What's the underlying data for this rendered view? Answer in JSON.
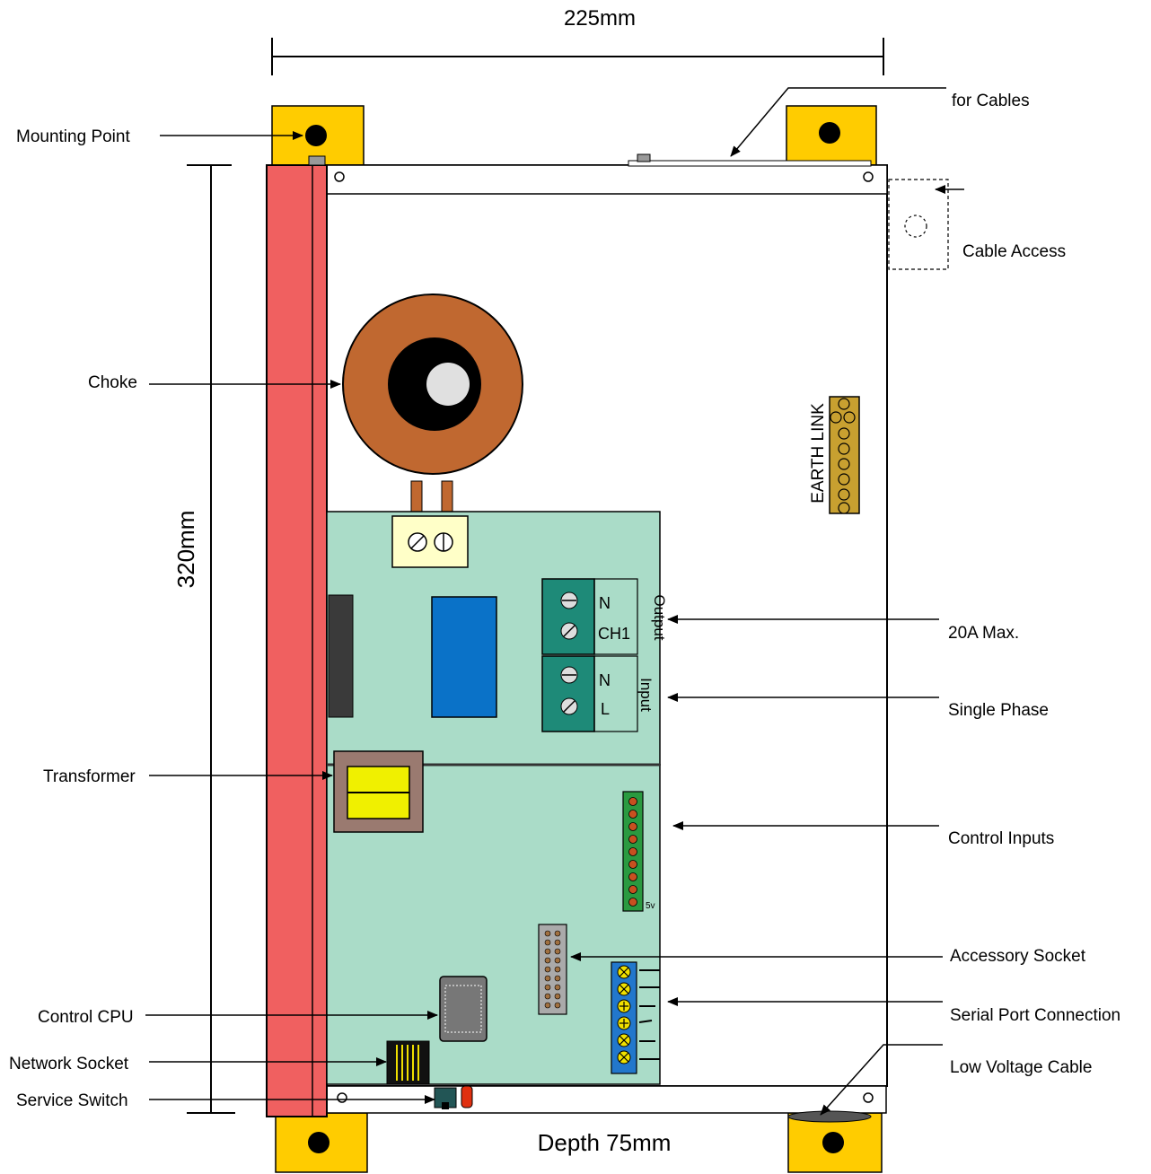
{
  "dimensions": {
    "width": "225mm",
    "height": "320mm",
    "depth": "Depth 75mm"
  },
  "labels": {
    "mounting_point": "Mounting Point",
    "for_cables": "for Cables",
    "cable_access": "Cable Access",
    "choke": "Choke",
    "earth_link": "EARTH LINK",
    "max_20a": "20A Max.",
    "single_phase": "Single Phase",
    "transformer": "Transformer",
    "control_inputs": "Control Inputs",
    "accessory_socket": "Accessory Socket",
    "control_cpu": "Control CPU",
    "serial_port": "Serial Port Connection",
    "network_socket": "Network Socket",
    "low_voltage": "Low Voltage Cable",
    "service_switch": "Service Switch"
  },
  "terminals": {
    "output_label": "Output",
    "input_label": "Input",
    "n1": "N",
    "ch1": "CH1",
    "n2": "N",
    "l": "L",
    "five_v": "5v"
  },
  "colors": {
    "mount": "#ffcc00",
    "rail": "#f06060",
    "board": "#aadcc8",
    "choke": "#c06830",
    "terminal": "#1e8a78",
    "relay": "#0a72c8",
    "earth_link": "#c8a030",
    "transformer_core": "#f0f000",
    "serial_block": "#2277cc"
  }
}
